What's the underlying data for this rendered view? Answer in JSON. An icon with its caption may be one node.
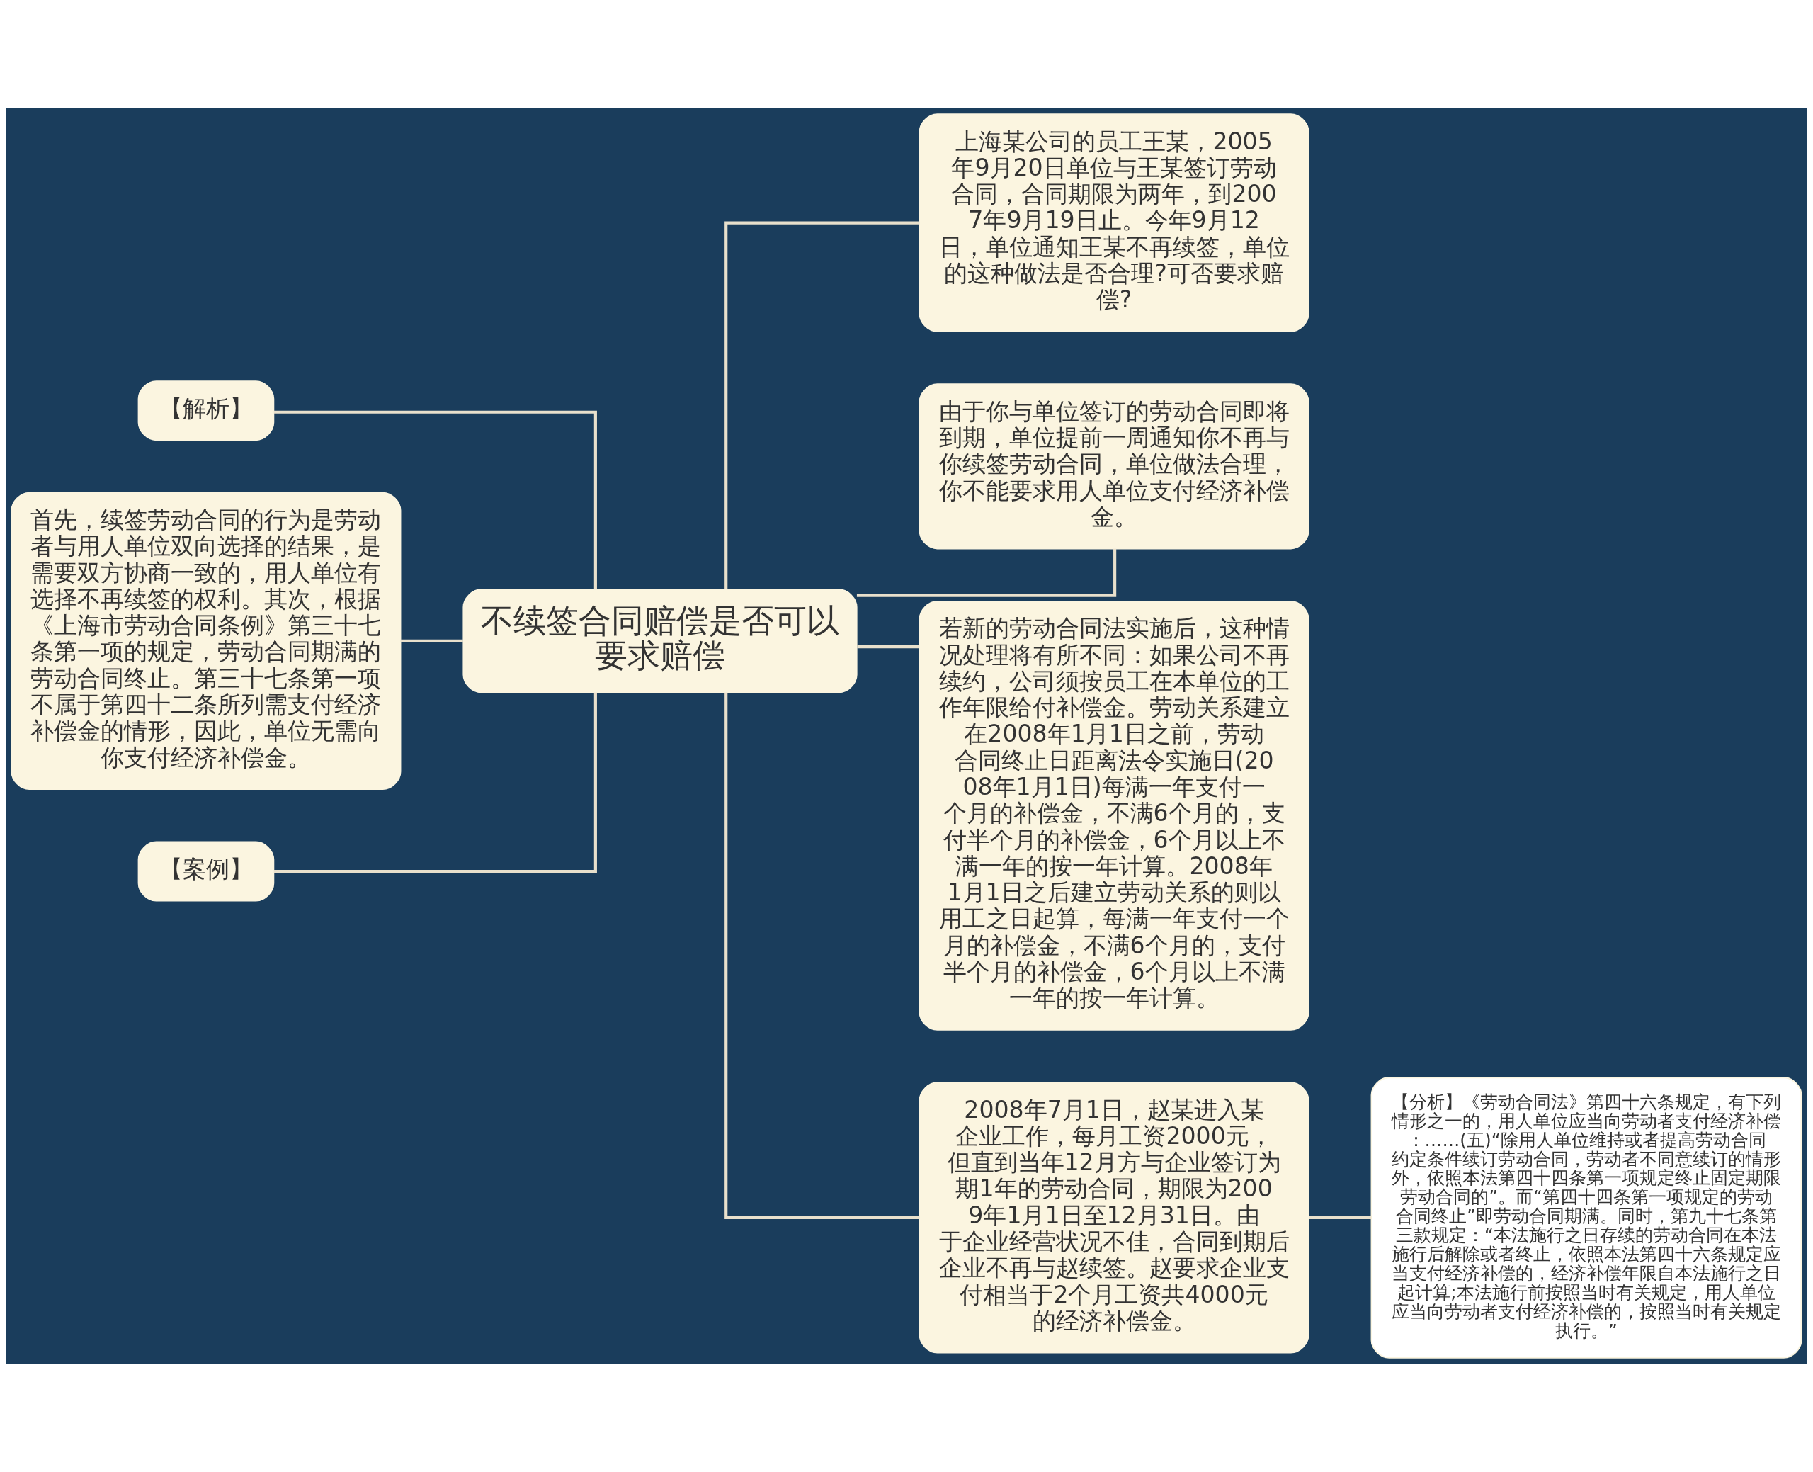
{
  "diagram": {
    "nodes": [
      {
        "text": [
          "【解析】"
        ]
      },
      {
        "text": [
          "首先，续签劳动合同的行为是劳动者与用人单位双向选择的结果，是需要双方协商一致的，用人单位有选择不再续签的权利。其次，根据《上海市劳动合同条例》第三十七条第一项的规定，劳动合同期满的劳动合同终止。第三十七条第一项不属于第四十二条所列需支付经济补偿金的情形，因此，单位无需向你支付经济补偿金。"
        ]
      },
      {
        "text": [
          "【案例】"
        ]
      },
      {
        "text": [
          "不续签合同赔偿是否可以要求赔偿"
        ]
      },
      {
        "text": [
          "上海某公司的员工王某，2005年9月20日单位与王某签订劳动合同，合同期限为两年，到2007年9月19日止。今年9月12日，单位通知王某不再续签，单位的这种做法是否合理?可否要求赔偿?"
        ]
      },
      {
        "text": [
          "由于你与单位签订的劳动合同即将到期，单位提前一周通知你不再与你续签劳动合同，单位做法合理，你不能要求用人单位支付经济补偿金。"
        ]
      },
      {
        "text": [
          "若新的劳动合同法实施后，这种情况处理将有所不同：如果公司不再续约，公司须按员工在本单位的工作年限给付补偿金。劳动关系建立在2008年1月1日之前，劳动合同终止日距离法令实施日(2008年1月1日)每满一年支付一个月的补偿金，不满6个月的，支付半个月的补偿金，6个月以上不满一年的按一年计算。2008年1月1日之后建立劳动关系的则以用工之日起算，每满一年支付一个月的补偿金，不满6个月的，支付半个月的补偿金，6个月以上不满一年的按一年计算。"
        ]
      },
      {
        "text": [
          "2008年7月1日，赵某进入某企业工作，每月工资2000元，但直到当年12月方与企业签订为期1年的劳动合同，期限为2009年1月1日至12月31日。由于企业经营状况不佳，合同到期后企业不再与赵续签。赵要求企业支付相当于2个月工资共4000元的经济补偿金。"
        ]
      },
      {
        "text": [
          "【分析】《劳动合同法》第四十六条规定，有下列情形之一的，用人单位应当向劳动者支付经济补偿：……(五)“除用人单位维持或者提高劳动合同约定条件续订劳动合同，劳动者不同意续订的情形外，依照本法第四十四条第一项规定终止固定期限劳动合同的”。而“第四十四条第一项规定的劳动合同终止”即劳动合同期满。同时，第九十七条第三款规定：“本法施行之日存续的劳动合同在本法施行后解除或者终止，依照本法第四十六条规定应当支付经济补偿的，经济补偿年限自本法施行之日起计算;本法施行前按照当时有关规定，用人单位应当向劳动者支付经济补偿的，按照当时有关规定执行。”"
        ]
      }
    ],
    "edges": [
      {
        "from": 0,
        "to": 3,
        "arrow": "none"
      },
      {
        "from": 1,
        "to": 3,
        "arrow": "none"
      },
      {
        "from": 2,
        "to": 3,
        "arrow": "none"
      },
      {
        "from": 3,
        "to": 4,
        "arrow": "none"
      },
      {
        "from": 3,
        "to": 5,
        "arrow": "none"
      },
      {
        "from": 3,
        "to": 6,
        "arrow": "none"
      },
      {
        "from": 3,
        "to": 7,
        "arrow": "none"
      },
      {
        "from": 7,
        "to": 8,
        "arrow": "none"
      }
    ]
  }
}
